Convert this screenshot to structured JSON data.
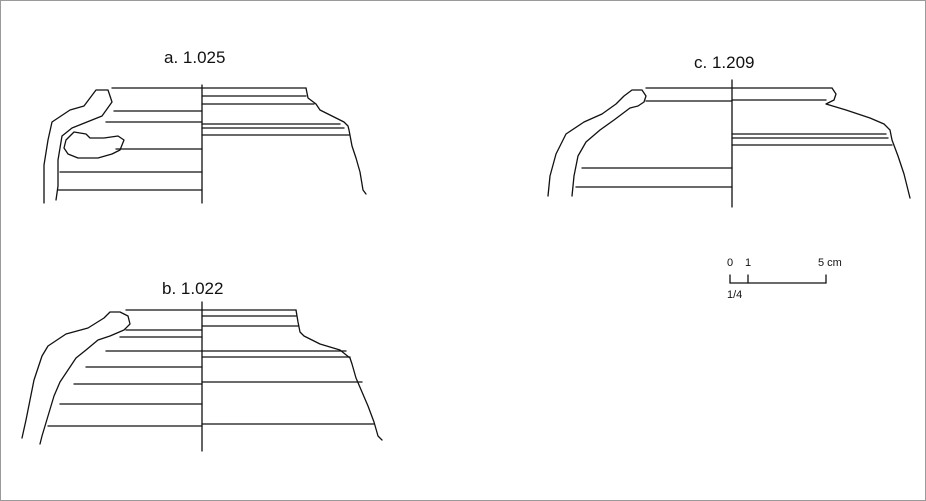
{
  "figures": [
    {
      "id": "a",
      "label": "a. 1.025"
    },
    {
      "id": "b",
      "label": "b. 1.022"
    },
    {
      "id": "c",
      "label": "c. 1.209"
    }
  ],
  "scale": {
    "tick_0": "0",
    "tick_1": "1",
    "tick_5": "5 cm",
    "ratio": "1/4"
  },
  "colors": {
    "line": "#111111",
    "frame": "#9a9a9a",
    "background": "#ffffff"
  }
}
